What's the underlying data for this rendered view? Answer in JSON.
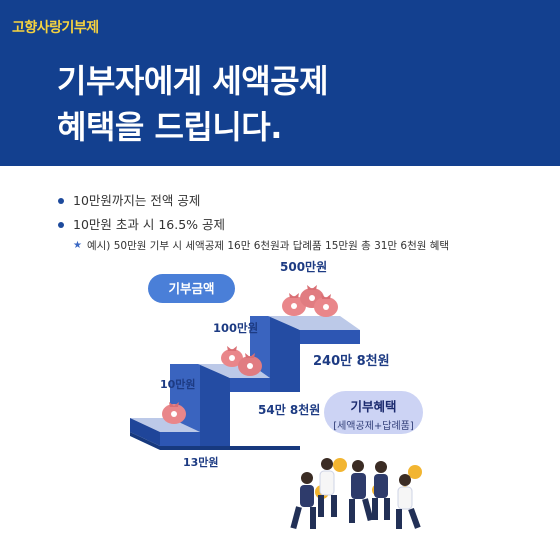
{
  "header": {
    "brand": "고향사랑기부제",
    "headline_line1": "기부자에게 세액공제",
    "headline_line2": "혜택을 드립니다."
  },
  "bullets": [
    "10만원까지는 전액 공제",
    "10만원 초과 시 16.5% 공제"
  ],
  "note": "예시) 50만원 기부 시 세액공제 16만 6천원과 답례품 15만원 총 31만 6천원 혜택",
  "chart": {
    "donation_label": "기부금액",
    "benefit_label": "기부혜택",
    "benefit_sub": "[세액공제+답례품]",
    "steps": [
      {
        "donation": "10만원",
        "benefit": "13만원"
      },
      {
        "donation": "100만원",
        "benefit": "54만 8천원"
      },
      {
        "donation": "500만원",
        "benefit": "240만 8천원"
      }
    ]
  },
  "colors": {
    "header_bg": "#13408f",
    "brand": "#f6d33f",
    "stair_front": "#2d56b3",
    "stair_top": "#bcc9e8",
    "money_bag": "#e9868a",
    "pill": "#4a7fd8",
    "benefit_pill": "#ccd3f4"
  }
}
